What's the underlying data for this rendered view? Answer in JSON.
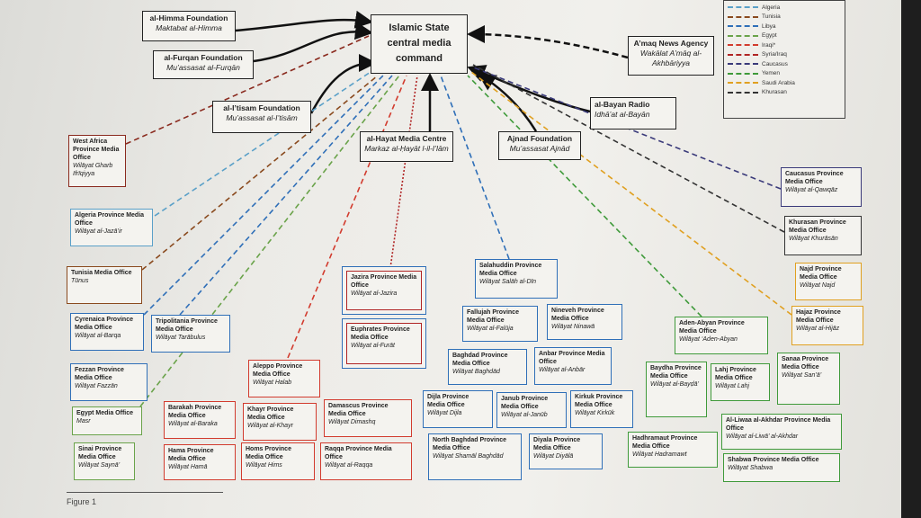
{
  "central": {
    "line1": "Islamic State",
    "line2": "central media",
    "line3": "command"
  },
  "legend": {
    "items": [
      {
        "label": "Algeria",
        "color": "#5aa0c8"
      },
      {
        "label": "Tunisia",
        "color": "#8a4a1e"
      },
      {
        "label": "Libya",
        "color": "#2f6fb8"
      },
      {
        "label": "Egypt",
        "color": "#6aa34a"
      },
      {
        "label": "Iraqi*",
        "color": "#d23b2e"
      },
      {
        "label": "Syria/Iraq",
        "color": "#b02424"
      },
      {
        "label": "Caucasus",
        "color": "#3a3a7a"
      },
      {
        "label": "Yemen",
        "color": "#3f9a3a"
      },
      {
        "label": "Saudi Arabia",
        "color": "#e0a020"
      },
      {
        "label": "Khurasan",
        "color": "#333333"
      }
    ]
  },
  "foundations": {
    "himma": {
      "name": "al-Himma Foundation",
      "sub": "Maktabat al-Himma"
    },
    "furqan": {
      "name": "al-Furqan Foundation",
      "sub": "Mu’assasat al-Furqān"
    },
    "itisam": {
      "name": "al-I’tisam Foundation",
      "sub": "Mu’assasat al-I’tisām"
    },
    "hayat": {
      "name": "al-Hayat Media Centre",
      "sub": "Markaz al-Ḥayāt l-il-I’lām"
    },
    "ajnad": {
      "name": "Ajnad Foundation",
      "sub": "Mu’assasat Ajnād"
    },
    "bayan": {
      "name": "al-Bayan Radio",
      "sub": "Idhā’at al-Bayān"
    },
    "amaq": {
      "name": "A’maq News Agency",
      "sub": "Wakālat A’māq al-Akhbāriyya"
    }
  },
  "provinces": {
    "westafrica": {
      "name": "West Africa Province Media Office",
      "sub": "Wilāyat Gharb Ifrīqiyya"
    },
    "algeria": {
      "name": "Algeria Province Media Office",
      "sub": "Wilāyat al-Jazā’ir"
    },
    "tunisia": {
      "name": "Tunisia Media Office",
      "sub": "Tūnus"
    },
    "cyrenaica": {
      "name": "Cyrenaica Province Media Office",
      "sub": "Wilāyat al-Barqa"
    },
    "tripolitania": {
      "name": "Tripolitania Province Media Office",
      "sub": "Wilāyat Tarābulus"
    },
    "fezzan": {
      "name": "Fezzan Province Media Office",
      "sub": "Wilāyat Fazzān"
    },
    "egypt": {
      "name": "Egypt Media Office",
      "sub": "Masr"
    },
    "sinai": {
      "name": "Sinai Province Media Office",
      "sub": "Wilāyat Saynā’"
    },
    "jazira": {
      "name": "Jazira Province Media Office",
      "sub": "Wilāyat al-Jazira"
    },
    "euphrates": {
      "name": "Euphrates Province Media Office",
      "sub": "Wilāyat al-Furāt"
    },
    "aleppo": {
      "name": "Aleppo Province Media Office",
      "sub": "Wilāyat Halab"
    },
    "barakah": {
      "name": "Barakah Province Media Office",
      "sub": "Wilāyat al-Baraka"
    },
    "khayr": {
      "name": "Khayr Province Media Office",
      "sub": "Wilāyat al-Khayr"
    },
    "damascus": {
      "name": "Damascus Province Media Office",
      "sub": "Wilāyat Dimashq"
    },
    "hama": {
      "name": "Hama Province Media Office",
      "sub": "Wilāyat Hamā"
    },
    "homs": {
      "name": "Homs Province Media Office",
      "sub": "Wilāyat Hims"
    },
    "raqqa": {
      "name": "Raqqa Province Media Office",
      "sub": "Wilāyat al-Raqqa"
    },
    "salahuddin": {
      "name": "Salahuddin Province Media Office",
      "sub": "Wilāyat Salāh al-Dīn"
    },
    "fallujah": {
      "name": "Fallujah Province Media Office",
      "sub": "Wilāyat al-Falūja"
    },
    "nineveh": {
      "name": "Nineveh Province Media Office",
      "sub": "Wilāyat Ninawā"
    },
    "baghdad": {
      "name": "Baghdad Province Media Office",
      "sub": "Wilāyat Baghdād"
    },
    "anbar": {
      "name": "Anbar Province Media Office",
      "sub": "Wilāyat al-Anbār"
    },
    "dijla": {
      "name": "Dijla Province Media Office",
      "sub": "Wilāyat Dijla"
    },
    "janub": {
      "name": "Janub Province Media Office",
      "sub": "Wilāyat al-Janūb"
    },
    "kirkuk": {
      "name": "Kirkuk Province Media Office",
      "sub": "Wilāyat Kirkūk"
    },
    "northbaghdad": {
      "name": "North Baghdad Province Media Office",
      "sub": "Wilāyat Shamāl Baghdād"
    },
    "diyala": {
      "name": "Diyala Province Media Office",
      "sub": "Wilāyat Diyālā"
    },
    "caucasus": {
      "name": "Caucasus Province Media Office",
      "sub": "Wilāyat al-Qawqāz"
    },
    "khurasan": {
      "name": "Khurasan Province Media Office",
      "sub": "Wilāyat Khurāsān"
    },
    "najd": {
      "name": "Najd Province Media Office",
      "sub": "Wilāyat Najd"
    },
    "hijaz": {
      "name": "Hajaz Province Media Office",
      "sub": "Wilāyat al-Hijāz"
    },
    "adenabyan": {
      "name": "Aden-Abyan Province Media Office",
      "sub": "Wilāyat ‘Aden-Abyan"
    },
    "baydha": {
      "name": "Baydha Province Media Office",
      "sub": "Wilāyat al-Bayḍā’"
    },
    "lahj": {
      "name": "Lahj Province Media Office",
      "sub": "Wilāyat Lahj"
    },
    "sanaa": {
      "name": "Sanaa Province Media Office",
      "sub": "Wilāyat San’ā’"
    },
    "liwaa": {
      "name": "Al-Liwaa al-Akhdar Province Media Office",
      "sub": "Wilāyat al-Liwā’ al-Akhdar"
    },
    "hadhramaut": {
      "name": "Hadhramaut Province Media Office",
      "sub": "Wilāyat Hadramawt"
    },
    "shabwa": {
      "name": "Shabwa Province Media Office",
      "sub": "Wilāyat Shabwa"
    }
  },
  "caption": "Figure 1"
}
